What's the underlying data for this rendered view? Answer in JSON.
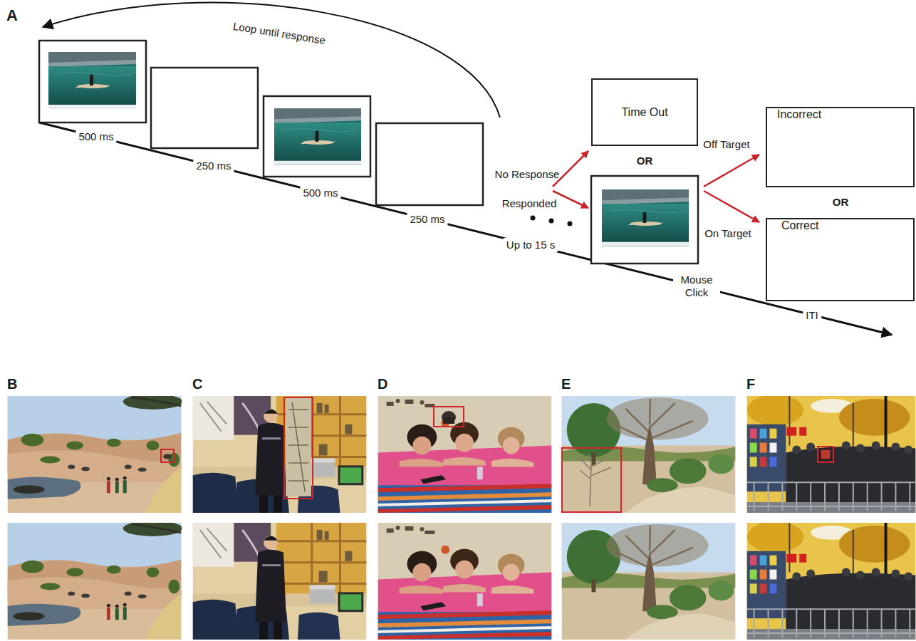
{
  "diagram": {
    "nodes": [
      {
        "text": [
          "Time Out"
        ]
      },
      {
        "text": [
          "Incorrect"
        ]
      },
      {
        "text": [
          "Correct"
        ]
      }
    ],
    "labels": [
      "A",
      "Loop until response",
      "500 ms",
      "250 ms",
      "500 ms",
      "250 ms",
      "No Response",
      "Responded",
      "OR",
      "Off Target",
      "On Target",
      "OR",
      "Up to 15 s",
      "Mouse Click",
      "ITI",
      "B",
      "C",
      "D",
      "E",
      "F"
    ]
  }
}
